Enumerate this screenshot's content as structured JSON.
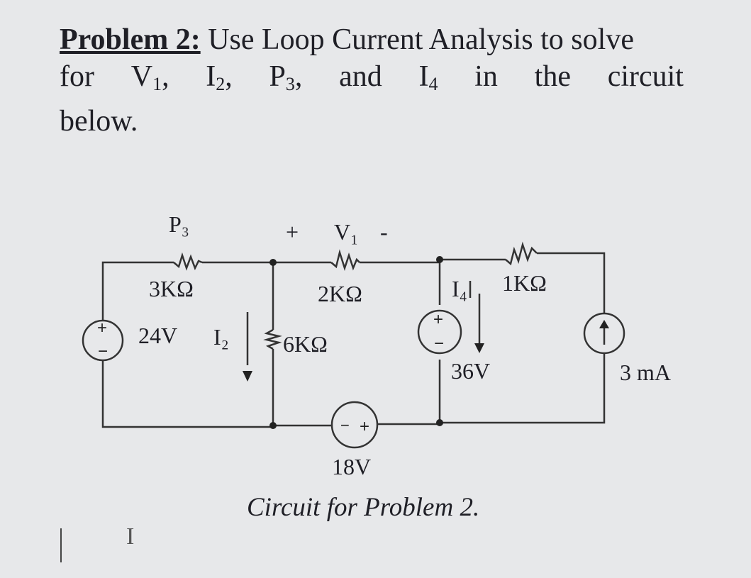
{
  "problem": {
    "label": "Problem 2:",
    "line1_rest": "Use Loop Current Analysis to solve",
    "line2": {
      "w1": "for",
      "V": "V",
      "V_sub": "1",
      "I2": "I",
      "I2_sub": "2",
      "P": "P",
      "P_sub": "3",
      "and": "and",
      "I4": "I",
      "I4_sub": "4",
      "in": "in",
      "the": "the",
      "circuit": "circuit"
    },
    "line3": "below."
  },
  "circuit": {
    "P3": "P₃",
    "R_3k": "3KΩ",
    "V1_plus": "+",
    "V1": "V₁",
    "V1_minus": "-",
    "R_2k": "2KΩ",
    "R_1k": "1KΩ",
    "R_6k": "6KΩ",
    "I2": "I₂",
    "I4": "I₄",
    "src_24": "24V",
    "src_36": "36V",
    "src_18": "18V",
    "src_3mA": "3 mA",
    "plus": "+",
    "minus": "−"
  },
  "caption": "Circuit for Problem 2.",
  "cursor_glyph": "I"
}
